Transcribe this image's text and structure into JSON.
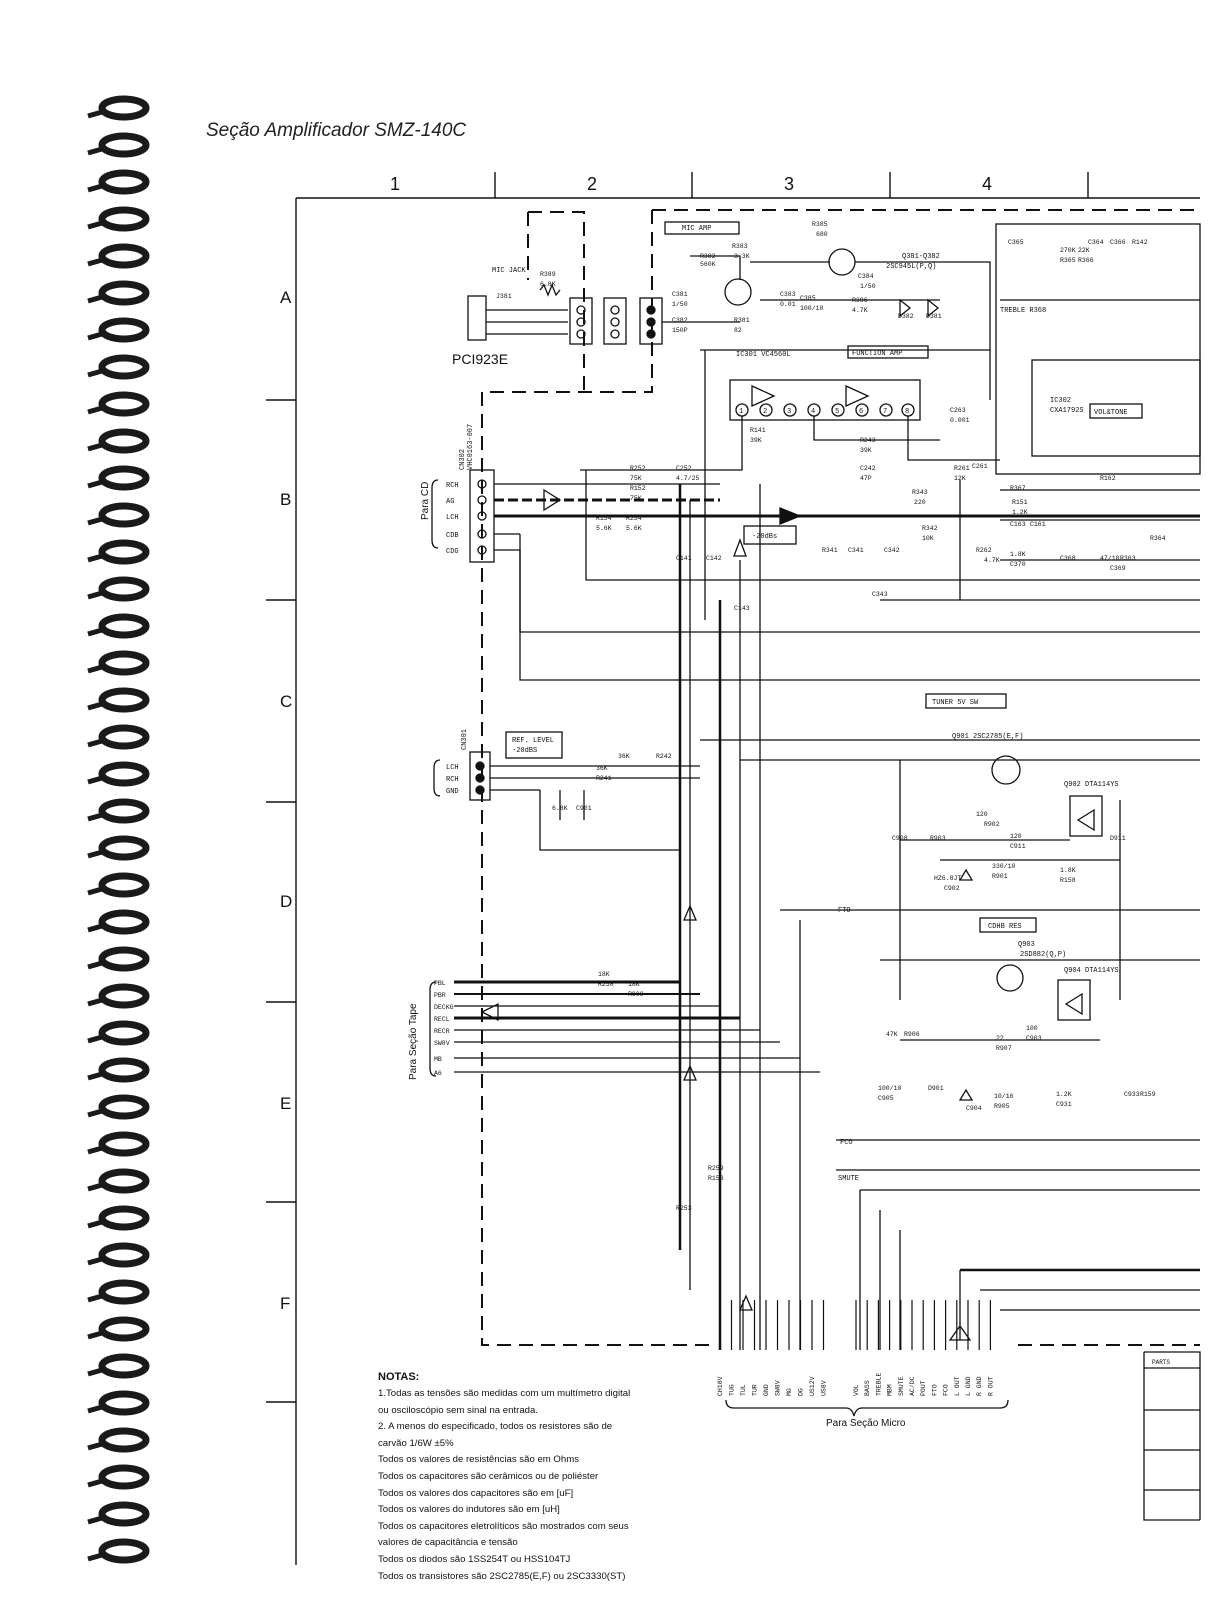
{
  "title": "Seção Amplificador SMZ-140C",
  "columns": [
    "1",
    "2",
    "3",
    "4"
  ],
  "rows": [
    "A",
    "B",
    "C",
    "D",
    "E",
    "F"
  ],
  "blocks": {
    "mic_jack": "MIC JACK",
    "mic_amp": "MIC AMP",
    "function_amp": "FUNCTION AMP",
    "pc_board": "PCI923E",
    "tuner": "TUNER 5V SW",
    "ref_level_1": "REF. LEVEL",
    "ref_level_2": "-20dBS",
    "minus20": "-20dBs",
    "cdhb_res": "CDHB RES",
    "vol_tone": "VOL&TONE",
    "ic301": "IC301  VC4560L",
    "ic302_a": "IC302",
    "ic302_b": "CXA1792S",
    "q381": "Q381-Q382",
    "q381_part": "2SC945L(P,Q)",
    "q901": "Q901  2SC2785(E,F)",
    "q902": "Q902 DTA114YS",
    "q903": "Q903",
    "q903_part": "2SD882(Q,P)",
    "q904": "Q904 DTA114YS",
    "treble": "TREBLE R368",
    "fto": "FTO",
    "fco": "FCO",
    "smute": "SMUTE",
    "parts": "PARTS"
  },
  "components": [
    "R385",
    "680",
    "R382",
    "560K",
    "R383",
    "3.3K",
    "C384",
    "1/50",
    "C381",
    "1/50",
    "R389",
    "6.8K",
    "J381",
    "R386",
    "4.7K",
    "C385",
    "100/10",
    "C383",
    "0.01",
    "D382",
    "D381",
    "R381",
    "82",
    "C382",
    "150P",
    "R252",
    "75K",
    "C252",
    "4.7/25",
    "R152",
    "75K",
    "R154",
    "5.6K",
    "R254",
    "5.6K",
    "C141",
    "C142",
    "R141",
    "39K",
    "R243",
    "39K",
    "C242",
    "47P",
    "C263",
    "0.001",
    "C261",
    "R261",
    "12K",
    "R343",
    "220",
    "R342",
    "10K",
    "R341",
    "C341",
    "C342",
    "C343",
    "C143",
    "R262",
    "4.7K",
    "R367",
    "R151",
    "1.2K",
    "C163",
    "C161",
    "R162",
    "R364",
    "1.8K",
    "C370",
    "C368",
    "47/10",
    "C369",
    "R363",
    "270K",
    "R365",
    "22K",
    "R366",
    "C364",
    "C365",
    "C366",
    "R142",
    "36K",
    "R242",
    "36K",
    "R241",
    "6.8K",
    "C901",
    "C908",
    "R903",
    "120",
    "R902",
    "120",
    "C911",
    "D911",
    "HZ6.8JT",
    "C902",
    "330/10",
    "R901",
    "1.8K",
    "R158",
    "18K",
    "R258",
    "18K",
    "R908",
    "47K",
    "R906",
    "22",
    "R907",
    "100",
    "C903",
    "100/10",
    "C905",
    "D901",
    "C904",
    "10/16",
    "R905",
    "1.2K",
    "C931",
    "C933",
    "R159",
    "R259",
    "R153",
    "R253"
  ],
  "pin_numbers": [
    "1",
    "2",
    "3",
    "4",
    "5",
    "6",
    "7",
    "8"
  ],
  "connectors": {
    "cd": {
      "label": "Para CD",
      "ref": "CN302",
      "part": "VHC0163-007",
      "pins": [
        "RCH",
        "AG",
        "LCH",
        "CDB",
        "CDG"
      ]
    },
    "cn301": {
      "ref": "CN301",
      "pins": [
        "LCH",
        "RCH",
        "GND"
      ]
    },
    "tape": {
      "label": "Para Seção Tape",
      "pins": [
        "PBL",
        "PBR",
        "DECKG",
        "RECL",
        "RECR",
        "SW8V",
        "MB",
        "A6"
      ]
    },
    "micro": {
      "label": "Para Seção Micro",
      "pins": [
        "CH18V",
        "TUG",
        "TUL",
        "TUR",
        "GND",
        "SW8V",
        "MG",
        "DG",
        "US12V",
        "US8V",
        "VOL",
        "BASS",
        "TREBLE",
        "MBM",
        "SMUTE",
        "AC/DC",
        "POUT",
        "FTO",
        "FCO",
        "L OUT",
        "L GND",
        "R GND",
        "R OUT"
      ]
    }
  },
  "notes": {
    "heading": "NOTAS:",
    "lines": [
      "1.Todas as tensões são medidas com um multímetro digital",
      "ou osciloscópio sem sinal na entrada.",
      "2. A menos do especificado, todos os resistores são de",
      "carvão  1/6W ±5%",
      "Todos os valores de resistências são em Ohms",
      "Todos os capacitores são cerâmicos ou de poliéster",
      "Todos os valores dos capacitores são em [uF]",
      "Todos os valores do indutores são em [uH]",
      "Todos os capacitores eletrolíticos são mostrados com seus",
      "valores de capacitância e tensão",
      "Todos os diodos são 1SS254T ou HSS104TJ",
      "Todos os transistores são 2SC2785(E,F) ou 2SC3330(ST)"
    ]
  },
  "colors": {
    "ink": "#111111",
    "paper": "#ffffff",
    "binding": "#1a1a1a"
  }
}
